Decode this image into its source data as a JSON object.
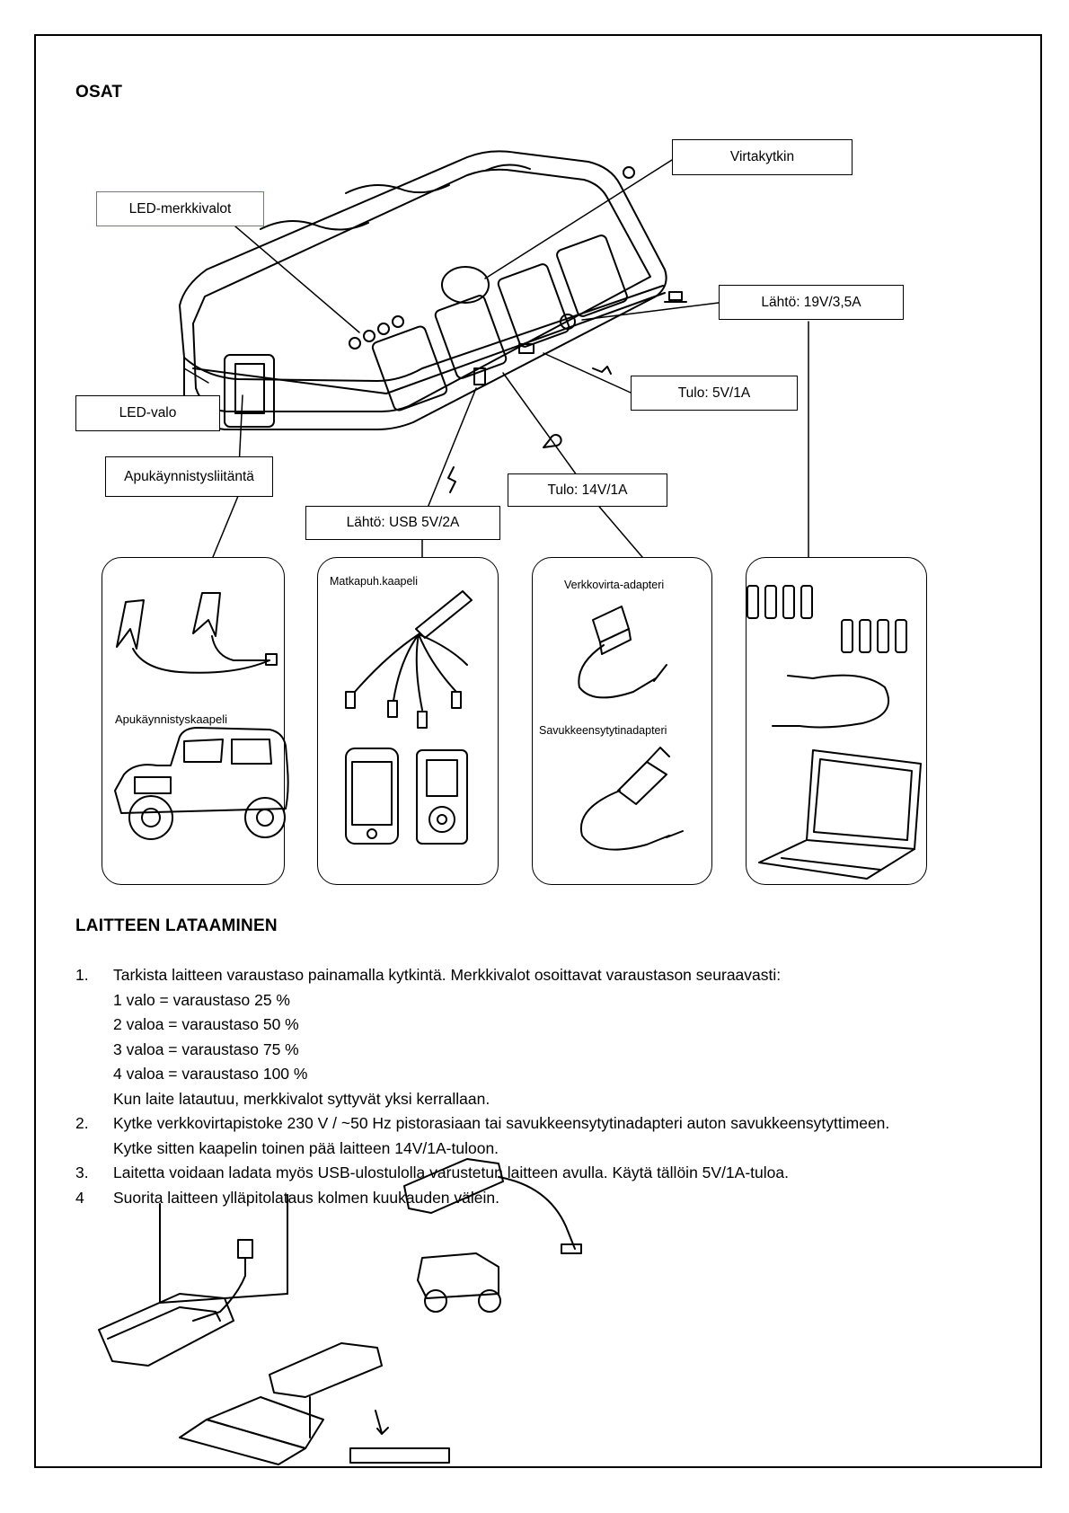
{
  "sections": {
    "parts_title": "OSAT",
    "charging_title": "LAITTEEN LATAAMINEN"
  },
  "labels": {
    "power_switch": "Virtakytkin",
    "led_indicators": "LED-merkkivalot",
    "output_19v": "Lähtö: 19V/3,5A",
    "input_5v": "Tulo: 5V/1A",
    "led_light": "LED-valo",
    "jumpstart_port": "Apukäynnistysliitäntä",
    "input_14v": "Tulo: 14V/1A",
    "output_usb": "Lähtö: USB 5V/2A"
  },
  "panels": {
    "jump_cable": "Apukäynnistyskaapeli",
    "phone_cable": "Matkapuh.kaapeli",
    "mains_adapter": "Verkkovirta-adapteri",
    "cigarette_adapter": "Savukkeensytytinadapteri"
  },
  "steps": [
    {
      "num": "1.",
      "text": "Tarkista laitteen varaustaso painamalla kytkintä. Merkkivalot osoittavat varaustason seuraavasti:",
      "sub": [
        "1 valo = varaustaso 25 %",
        "2 valoa = varaustaso 50 %",
        "3 valoa = varaustaso 75 %",
        "4 valoa = varaustaso 100 %",
        "Kun laite latautuu, merkkivalot syttyvät yksi kerrallaan."
      ]
    },
    {
      "num": "2.",
      "text": "Kytke verkkovirtapistoke 230 V / ~50 Hz pistorasiaan tai savukkeensytytinadapteri auton savukkeensytyttimeen.",
      "sub": [
        "Kytke sitten kaapelin toinen pää laitteen 14V/1A-tuloon."
      ]
    },
    {
      "num": "3.",
      "text": "Laitetta voidaan ladata myös USB-ulostulolla varustetun laitteen avulla. Käytä tällöin 5V/1A-tuloa.",
      "sub": []
    },
    {
      "num": "4",
      "text": "Suorita laitteen ylläpitolataus kolmen kuukauden välein.",
      "sub": []
    }
  ]
}
